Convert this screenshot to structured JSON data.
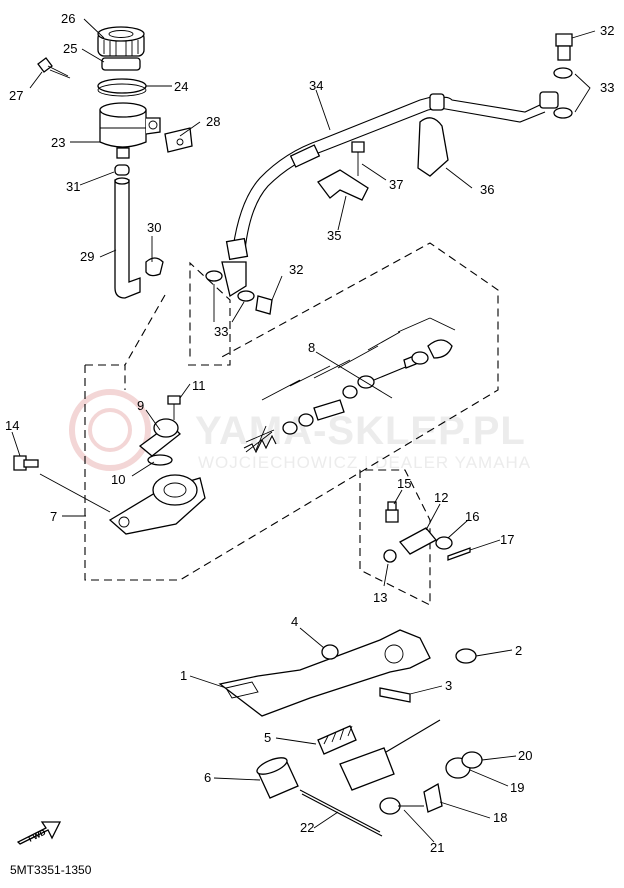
{
  "watermark": {
    "title": "YAMA-SKLEP.PL",
    "subtitle": "WOJCIECHOWICZ | DEALER YAMAHA"
  },
  "diagram_code": "5MT3351-1350",
  "direction_label": "FWD",
  "callouts": {
    "c1": "1",
    "c2": "2",
    "c3": "3",
    "c4": "4",
    "c5": "5",
    "c6": "6",
    "c7": "7",
    "c8": "8",
    "c9": "9",
    "c10": "10",
    "c11": "11",
    "c12": "12",
    "c13": "13",
    "c14": "14",
    "c15": "15",
    "c16": "16",
    "c17": "17",
    "c18": "18",
    "c19": "19",
    "c20": "20",
    "c21": "21",
    "c22": "22",
    "c23": "23",
    "c24": "24",
    "c25": "25",
    "c26": "26",
    "c27": "27",
    "c28": "28",
    "c29": "29",
    "c30": "30",
    "c31": "31",
    "c32a": "32",
    "c32b": "32",
    "c33a": "33",
    "c33b": "33",
    "c34": "34",
    "c35": "35",
    "c36": "36",
    "c37": "37"
  }
}
